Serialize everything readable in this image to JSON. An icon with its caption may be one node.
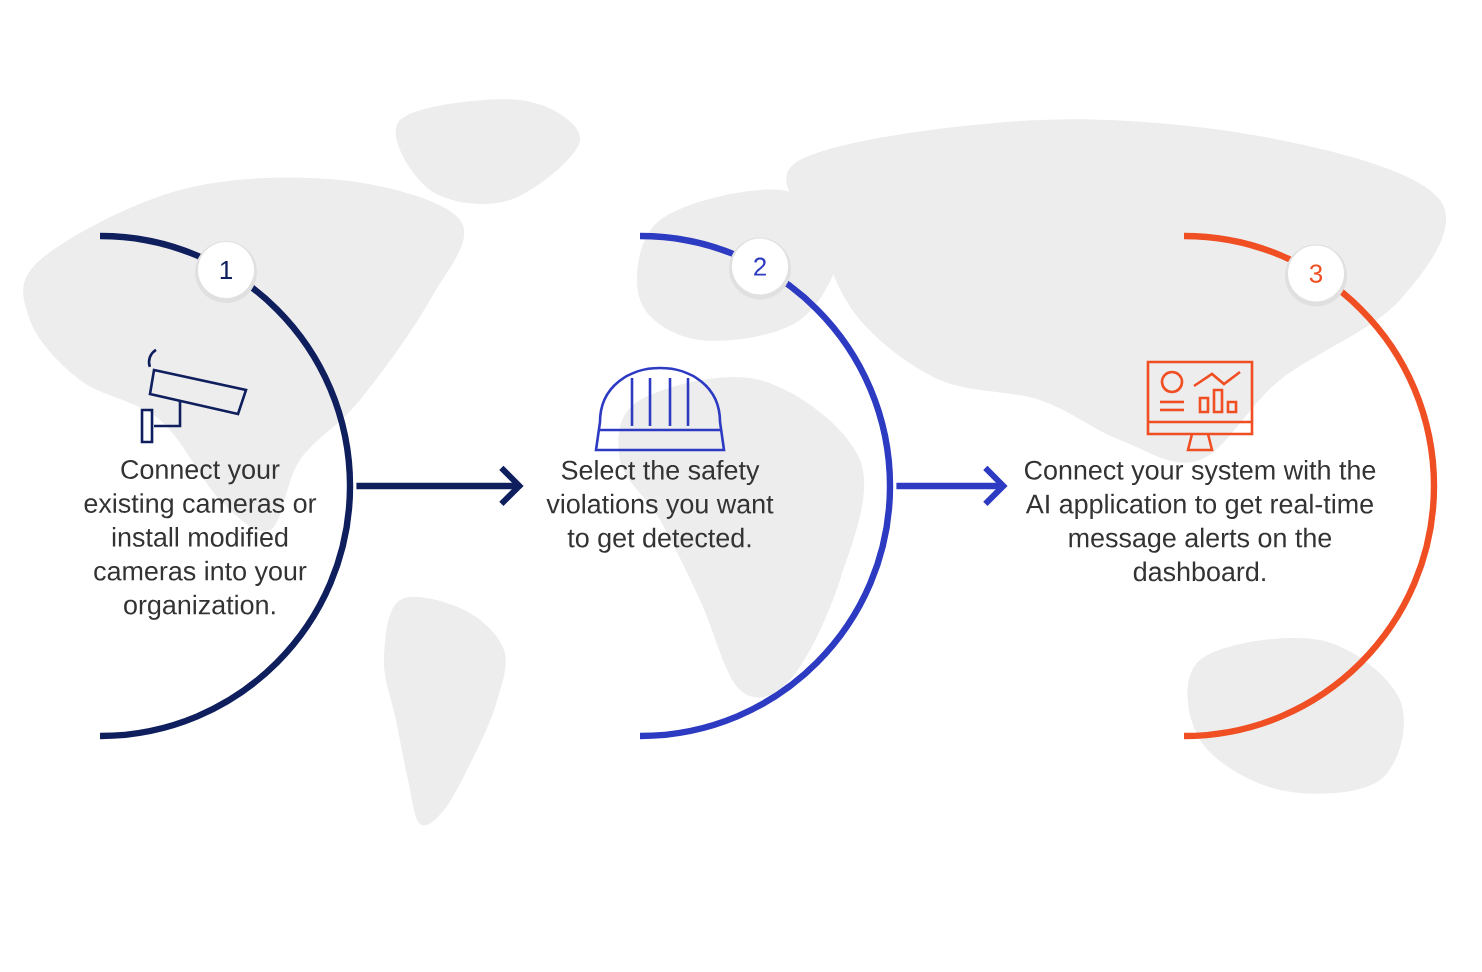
{
  "diagram": {
    "nodes": [
      {
        "text": [
          "1",
          "Connect your existing cameras or install modified cameras into your organization."
        ]
      },
      {
        "text": [
          "2",
          "Select the safety violations you want to get detected."
        ]
      },
      {
        "text": [
          "3",
          "Connect your system with the AI application to get real-time message alerts on the dashboard."
        ]
      }
    ],
    "edges": [
      {
        "from": 0,
        "to": 1,
        "arrow": "to",
        "color": "#0f1f5e"
      },
      {
        "from": 1,
        "to": 2,
        "arrow": "to",
        "color": "#2d3ac2"
      }
    ]
  }
}
